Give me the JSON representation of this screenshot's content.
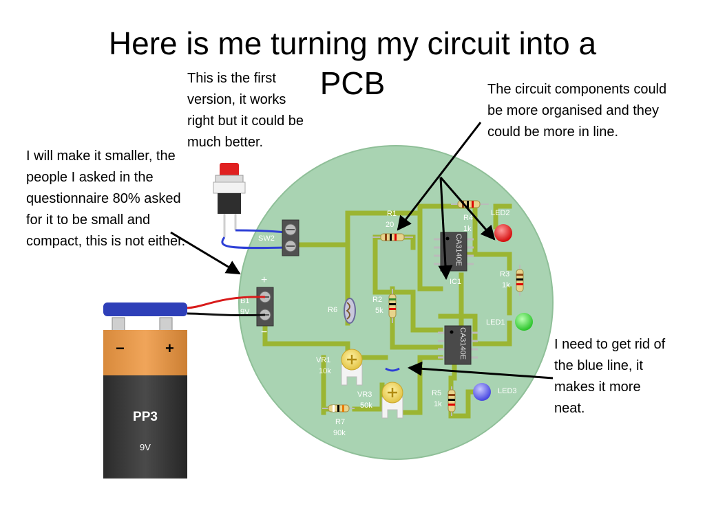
{
  "title": {
    "line1": "Here is me turning my circuit into a",
    "line2": "PCB"
  },
  "notes": {
    "first_version": "This is the first version, it works right but it could be much better.",
    "smaller": "I will make it smaller, the people I asked in the questionnaire 80% asked for it to be small and compact, this is not either.",
    "organised": "The circuit components could be more organised and they could be more in line.",
    "blue_line": "I need to get rid of the blue line, it makes it more neat."
  },
  "battery": {
    "name": "PP3",
    "voltage": "9V",
    "minus": "−",
    "plus": "+"
  },
  "pcb": {
    "board_color": "#a9d3b2",
    "track_color": "#9bb532",
    "labels": {
      "sw2": "SW2",
      "b1": "B1",
      "b1_v": "9V",
      "plus": "+",
      "minus": "−",
      "r1": "R1",
      "r1_v": "20",
      "r2": "R2",
      "r2_v": "5k",
      "r3": "R3",
      "r3_v": "1k",
      "r4": "R4",
      "r4_v": "1k",
      "r5": "R5",
      "r5_v": "1k",
      "r6": "R6",
      "r7": "R7",
      "r7_v": "90k",
      "vr1": "VR1",
      "vr1_v": "10k",
      "vr3": "VR3",
      "vr3_v": "50k",
      "ic1": "IC1",
      "chip_a": "CA3140E",
      "chip_b": "CA3140E",
      "led1": "LED1",
      "led2": "LED2",
      "led3": "LED3"
    }
  }
}
